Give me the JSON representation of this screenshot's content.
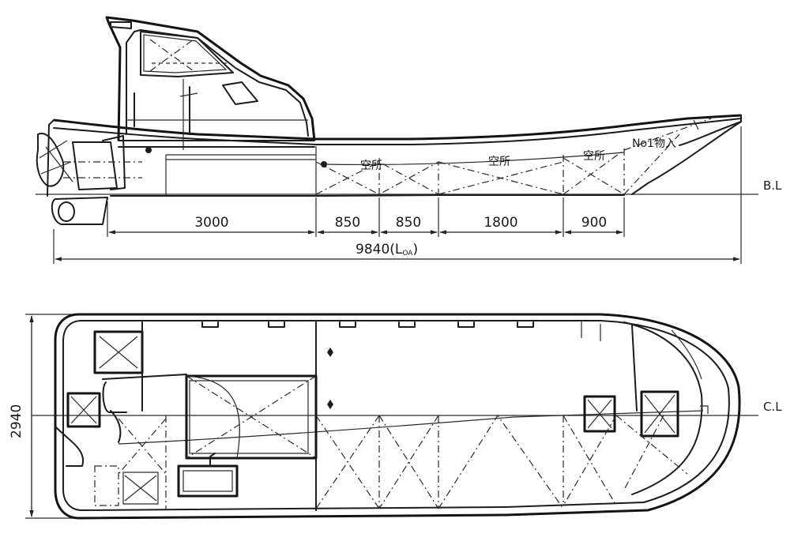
{
  "side_view": {
    "reference_line_label": "B.L",
    "dimensions": [
      "3000",
      "850",
      "850",
      "1800",
      "900"
    ],
    "overall_length": "9840(L",
    "overall_length_subscript": "OA",
    "overall_length_close": ")",
    "space_labels": [
      "空所",
      "空所",
      "空所"
    ],
    "hold_label": "No1物入"
  },
  "plan_view": {
    "centerline_label": "C.L",
    "beam_dimension": "2940"
  }
}
